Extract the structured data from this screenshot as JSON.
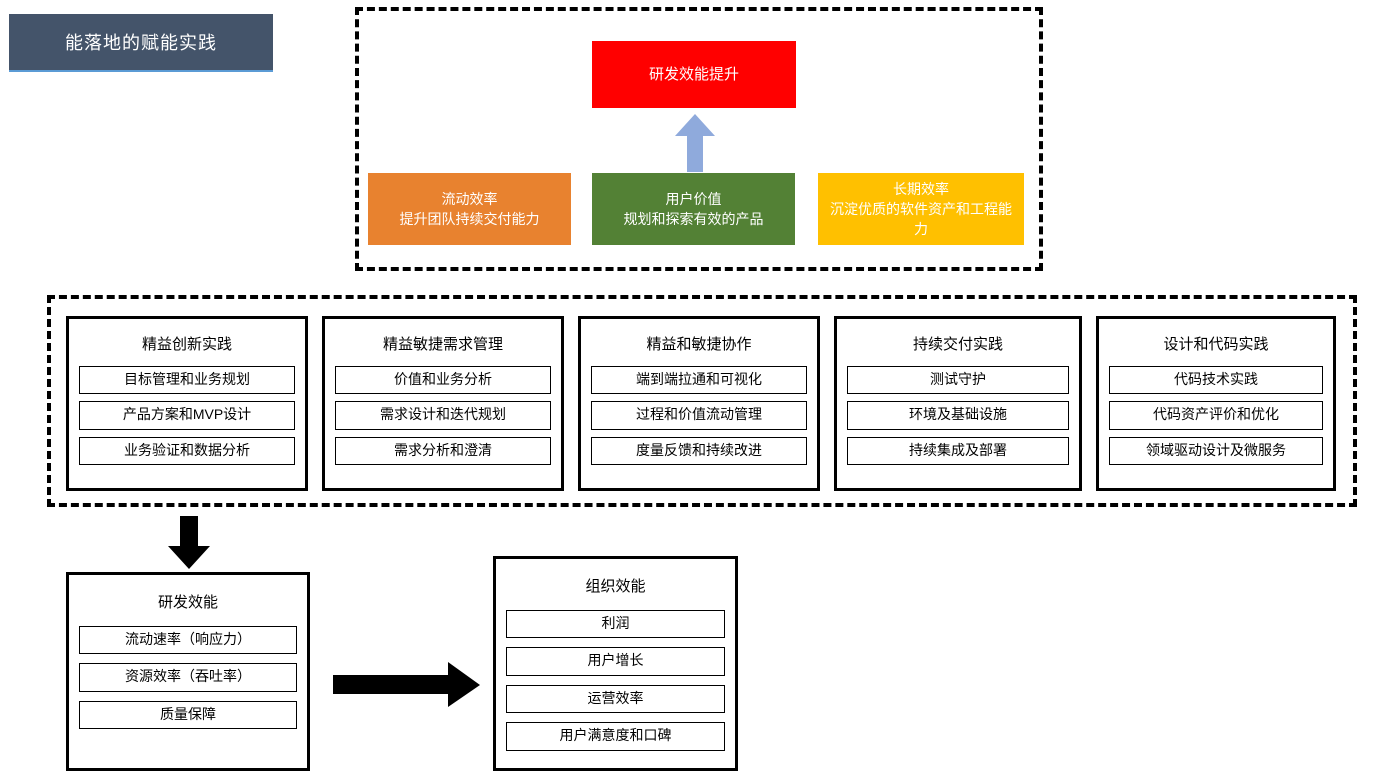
{
  "title_banner": {
    "text": "能落地的赋能实践"
  },
  "colors": {
    "banner_bg": "#44546A",
    "banner_underline": "#5B9BD5",
    "goal": "#FF0000",
    "flow": "#E8822F",
    "value": "#538135",
    "longterm": "#FFC000",
    "arrow_blue": "#8FAADC",
    "arrow_black": "#000000"
  },
  "top_section": {
    "goal": {
      "text": "研发效能提升"
    },
    "pillars": [
      {
        "title": "流动效率",
        "subtitle": "提升团队持续交付能力"
      },
      {
        "title": "用户价值",
        "subtitle": "规划和探索有效的产品"
      },
      {
        "title": "长期效率",
        "subtitle": "沉淀优质的软件资产和工程能力"
      }
    ]
  },
  "practices": [
    {
      "title": "精益创新实践",
      "items": [
        "目标管理和业务规划",
        "产品方案和MVP设计",
        "业务验证和数据分析"
      ]
    },
    {
      "title": "精益敏捷需求管理",
      "items": [
        "价值和业务分析",
        "需求设计和迭代规划",
        "需求分析和澄清"
      ]
    },
    {
      "title": "精益和敏捷协作",
      "items": [
        "端到端拉通和可视化",
        "过程和价值流动管理",
        "度量反馈和持续改进"
      ]
    },
    {
      "title": "持续交付实践",
      "items": [
        "测试守护",
        "环境及基础设施",
        "持续集成及部署"
      ]
    },
    {
      "title": "设计和代码实践",
      "items": [
        "代码技术实践",
        "代码资产评价和优化",
        "领域驱动设计及微服务"
      ]
    }
  ],
  "outcomes": {
    "rd_efficiency": {
      "title": "研发效能",
      "items": [
        "流动速率（响应力）",
        "资源效率（吞吐率）",
        "质量保障"
      ]
    },
    "org_efficiency": {
      "title": "组织效能",
      "items": [
        "利润",
        "用户增长",
        "运营效率",
        "用户满意度和口碑"
      ]
    }
  }
}
